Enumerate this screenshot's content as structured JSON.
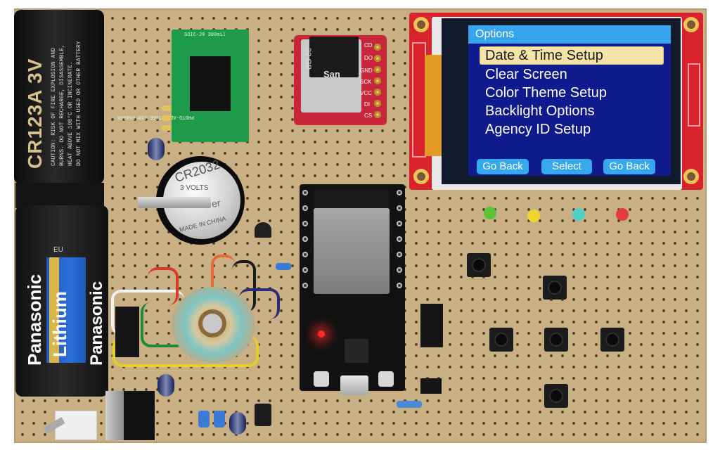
{
  "display": {
    "title": "Options",
    "menu_items": [
      "Date & Time Setup",
      "Clear Screen",
      "Color Theme Setup",
      "Backlight Options",
      "Agency ID Setup"
    ],
    "selected_index": 0,
    "soft_buttons": [
      "Go Back",
      "Select",
      "Go Back"
    ],
    "colors": {
      "screen_bg": "#0f1a8c",
      "title_bar": "#37a4ee",
      "highlight": "#f5e4a8",
      "button_bg": "#38a8ee"
    }
  },
  "battery_top": {
    "label": "CR123A 3V",
    "fine_lines": [
      "CAUTION: RISK OF FIRE EXPLOSION AND",
      "BURNS. DO NOT RECHARGE, DISASSEMBLE,",
      "HEAT ABOVE 100°C OR INCINERATE.",
      "DO NOT MIX WITH USED OR OTHER BATTERY"
    ]
  },
  "battery_bottom": {
    "brand": "Panasonic",
    "type": "Lithium",
    "eu_mark": "EU"
  },
  "coin_cell": {
    "model": "CR2032",
    "volts": "3 VOLTS",
    "brand_partial": "er",
    "origin": "MADE IN CHINA"
  },
  "sd_module": {
    "card_text": "San",
    "card_capacity": "32 GB",
    "pins": [
      "CD",
      "DO",
      "GND",
      "SCK",
      "VCC",
      "DI",
      "CS"
    ]
  },
  "soic_breakout": {
    "top_text": "SOIC-20  300mil",
    "side_text": "PROTO-ADVANTAGE.COM  PA0008"
  },
  "leds": [
    "green",
    "yellow",
    "cyan",
    "red"
  ]
}
